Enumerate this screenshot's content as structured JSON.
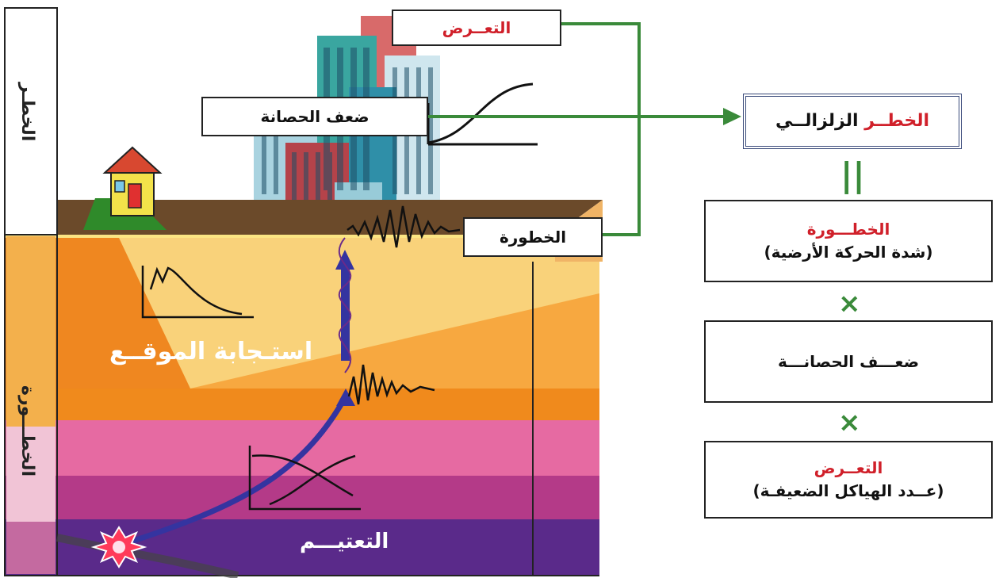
{
  "left_axis": {
    "top_label": "الخطـر",
    "bottom_label": "الخطـــورة"
  },
  "scene_labels": {
    "exposure": "التعــرض",
    "vulnerability": "ضعف الحصانة",
    "hazard": "الخطورة",
    "site_response": "استـجابة الموقــع",
    "attenuation": "التعتيـــم"
  },
  "equation": {
    "result": {
      "red": "الخطــر",
      "black": "الزلزالــي"
    },
    "equals_symbol": "||",
    "hazard_box": {
      "title": "الخطـــورة",
      "subtitle": "(شدة الحركة الأرضية)"
    },
    "times_1": "×",
    "vulnerability_box": {
      "title": "ضعـــف الحصانـــة"
    },
    "times_2": "×",
    "exposure_box": {
      "title": "التعــرض",
      "subtitle": "(عــدد الهياكل الضعيفـة)"
    }
  },
  "colors": {
    "accent_red": "#d0202a",
    "connector_green": "#3a8a3a",
    "arrow_blue": "#3434a0",
    "soil_yellow": "#fbe583",
    "soil_orange": "#f08a1c",
    "soil_pink": "#e66aa2",
    "soil_magenta": "#b43a88",
    "bedrock_purple": "#5a2a8a"
  },
  "icons": [
    "house-icon",
    "city-buildings-icon",
    "epicenter-icon"
  ]
}
